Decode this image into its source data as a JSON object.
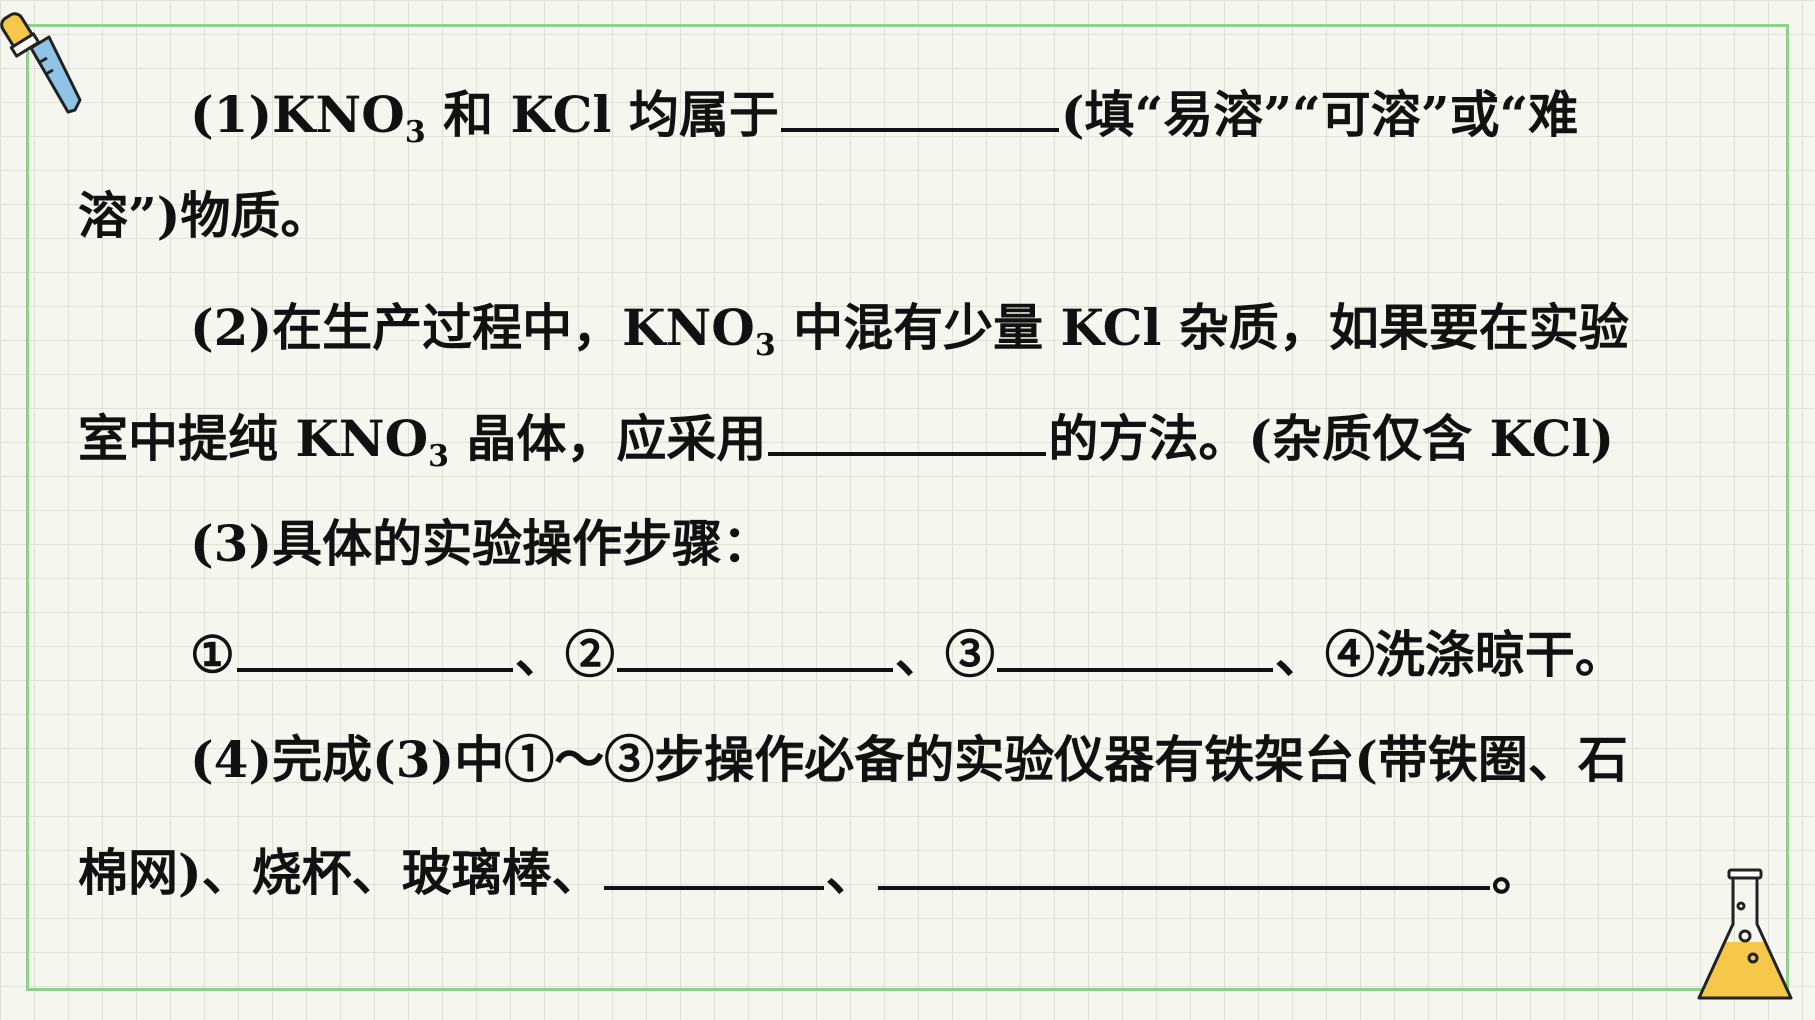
{
  "q1": {
    "pre": "(1)KNO",
    "sub": "3",
    "mid": " 和 KCl 均属于",
    "post": "(填“易溶”“可溶”或“难",
    "line2": "溶”)物质。"
  },
  "q2": {
    "pre": "(2)在生产过程中，KNO",
    "sub": "3",
    "post": " 中混有少量 KCl 杂质，如果要在实验",
    "l2_pre": "室中提纯 KNO",
    "l2_sub": "3",
    "l2_mid": " 晶体，应采用",
    "l2_post": "的方法。(杂质仅含 KCl)"
  },
  "q3": {
    "title": "(3)具体的实验操作步骤：",
    "step1": "①",
    "sep1": "、②",
    "sep2": "、③",
    "end": "、④洗涤晾干。"
  },
  "q4": {
    "line1": "(4)完成(3)中①～③步操作必备的实验仪器有铁架台(带铁圈、石",
    "line2_pre": "棉网)、烧杯、玻璃棒、",
    "sep": "、",
    "end": "。"
  },
  "colors": {
    "frame": "#8fd08a",
    "flask_liquid": "#f6c84a",
    "dropper": "#8fc4e6"
  },
  "icons": {
    "top_left": "dropper-icon",
    "bottom_right": "flask-icon"
  }
}
